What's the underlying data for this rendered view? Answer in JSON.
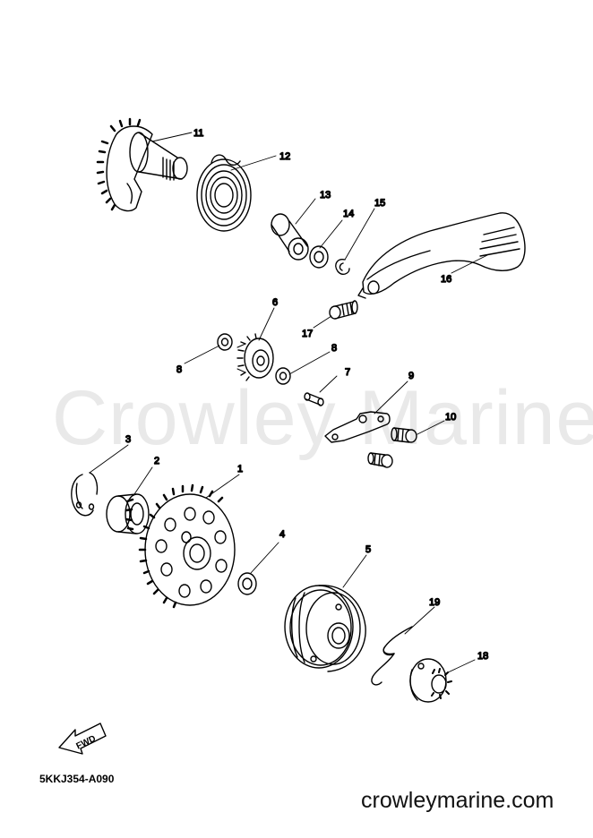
{
  "watermark": "Crowley Marine",
  "diagram_code": "5KKJ354-A090",
  "website": "crowleymarine.com",
  "fwd_label": "FWD",
  "callouts": [
    "11",
    "12",
    "13",
    "14",
    "15",
    "16",
    "17",
    "6",
    "8",
    "8",
    "7",
    "9",
    "10",
    "3",
    "2",
    "1",
    "4",
    "5",
    "19",
    "18"
  ]
}
